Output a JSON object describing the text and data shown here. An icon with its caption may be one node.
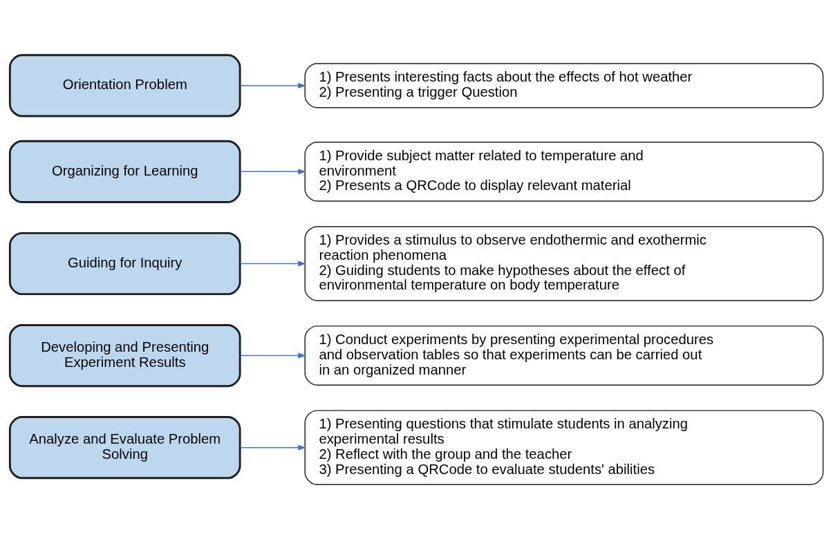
{
  "diagram": {
    "nodes": [
      {
        "text": [
          "Orientation Problem"
        ]
      },
      {
        "text": [
          "1) Presents interesting facts about the effects of hot weather",
          "2) Presenting a trigger Question"
        ]
      },
      {
        "text": [
          "Organizing for Learning"
        ]
      },
      {
        "text": [
          "1) Provide subject matter related to temperature and environment",
          "2) Presents a QRCode to display relevant material"
        ]
      },
      {
        "text": [
          "Guiding for Inquiry"
        ]
      },
      {
        "text": [
          "1) Provides a stimulus to observe endothermic and exothermic reaction phenomena",
          "2) Guiding students to make hypotheses about the effect of environmental temperature on body temperature"
        ]
      },
      {
        "text": [
          "Developing and Presenting Experiment Results"
        ]
      },
      {
        "text": [
          "1) Conduct experiments by presenting experimental procedures and observation tables so that experiments can be carried out in an organized manner"
        ]
      },
      {
        "text": [
          "Analyze and Evaluate Problem Solving"
        ]
      },
      {
        "text": [
          "1) Presenting questions that stimulate students in analyzing experimental results",
          "2) Reflect with the group and the teacher",
          "3) Presenting a QRCode to evaluate students' abilities"
        ]
      }
    ],
    "edges": [
      {
        "from": 0,
        "to": 1,
        "arrow": "to"
      },
      {
        "from": 2,
        "to": 3,
        "arrow": "to"
      },
      {
        "from": 4,
        "to": 5,
        "arrow": "to"
      },
      {
        "from": 6,
        "to": 7,
        "arrow": "to"
      },
      {
        "from": 8,
        "to": 9,
        "arrow": "to"
      }
    ]
  }
}
